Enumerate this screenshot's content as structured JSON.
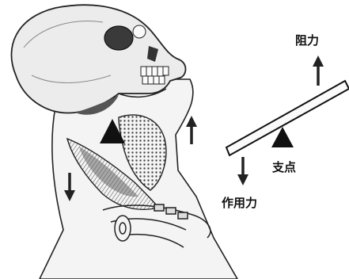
{
  "labels": {
    "resistance": "阻力",
    "fulcrum": "支点",
    "effort": "作用力"
  },
  "colors": {
    "ink": "#111111",
    "bone": "#e9e9e9",
    "muscle": "#6e6e6e",
    "skin": "#f4f4f4"
  }
}
